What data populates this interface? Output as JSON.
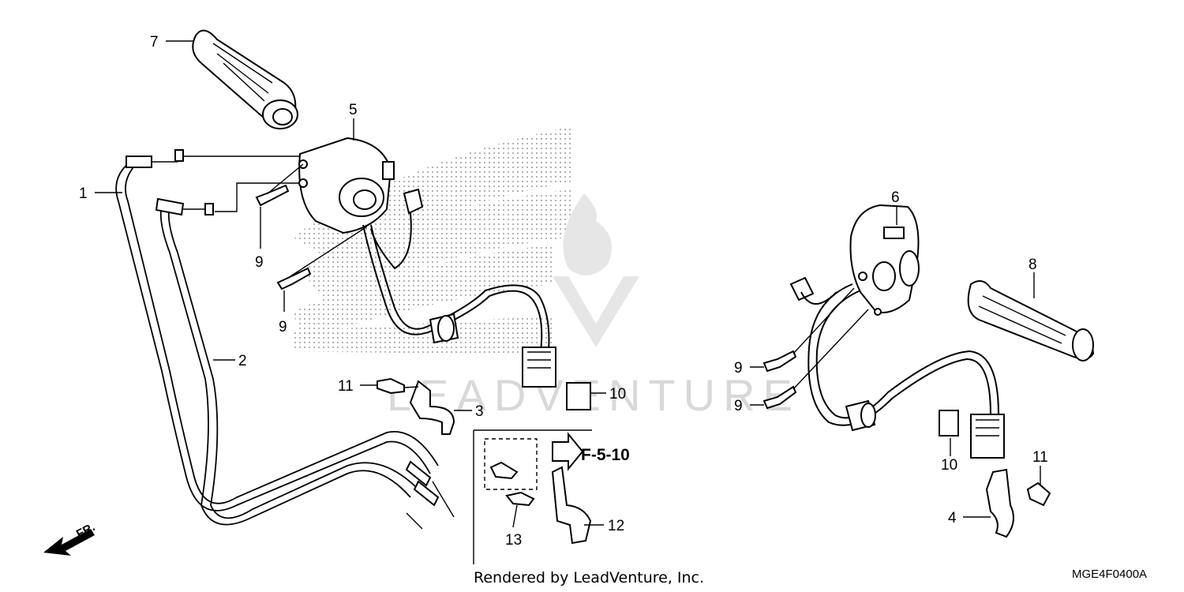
{
  "diagram": {
    "callouts": {
      "c1": "1",
      "c2": "2",
      "c3": "3",
      "c4": "4",
      "c5": "5",
      "c6": "6",
      "c7": "7",
      "c8": "8",
      "c9a": "9",
      "c9b": "9",
      "c9c": "9",
      "c9d": "9",
      "c10a": "10",
      "c10b": "10",
      "c11a": "11",
      "c11b": "11",
      "c12": "12",
      "c13": "13"
    },
    "reference": "F-5-10",
    "direction_label": "FR.",
    "credit": "Rendered by LeadVenture, Inc.",
    "diagram_code": "MGE4F0400A",
    "watermark": "LEADVENTURE"
  },
  "colors": {
    "line": "#000000",
    "background": "#ffffff",
    "watermark": "#d8d8d8",
    "dots": "#9a9a9a"
  }
}
